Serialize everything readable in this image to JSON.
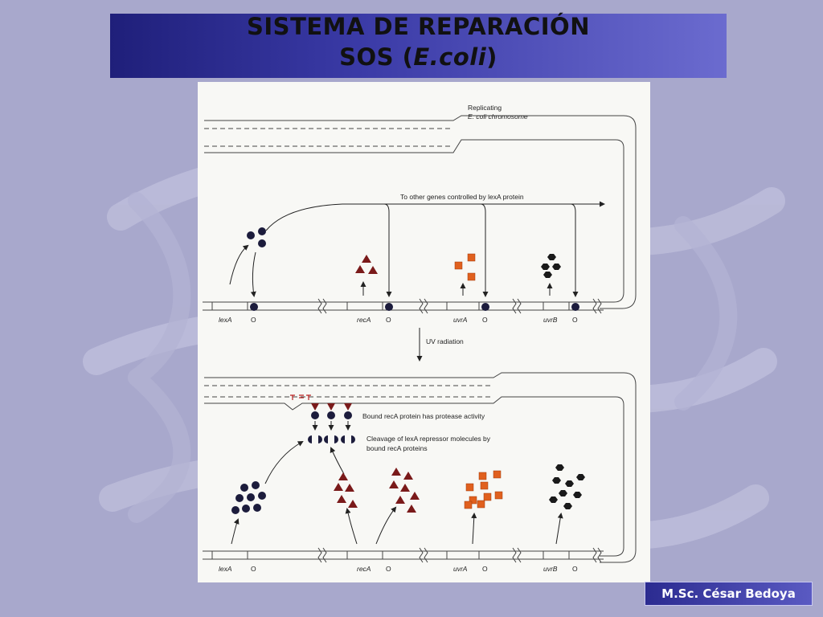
{
  "slide": {
    "title_line1": "SISTEMA DE REPARACIÓN",
    "title_line2_prefix": "SOS (",
    "title_line2_italic": "E.coli",
    "title_line2_suffix": ")",
    "author": "M.Sc. César Bedoya"
  },
  "figure": {
    "chromosome_label_1": "Replicating",
    "chromosome_label_2": "E. coli chromosome",
    "other_genes": "To other genes controlled by lexA protein",
    "uv": "UV radiation",
    "bound_reca": "Bound recA protein has protease activity",
    "cleavage_1": "Cleavage of lexA repressor molecules by",
    "cleavage_2": "bound recA proteins",
    "genes": [
      "lexA",
      "recA",
      "uvrA",
      "uvrB"
    ],
    "operator": "O",
    "colors": {
      "lexA_protein": "#1c1c3c",
      "recA_protein": "#7a1a1a",
      "uvrA_protein": "#e0601e",
      "uvrB_protein": "#1a1a1a"
    }
  }
}
